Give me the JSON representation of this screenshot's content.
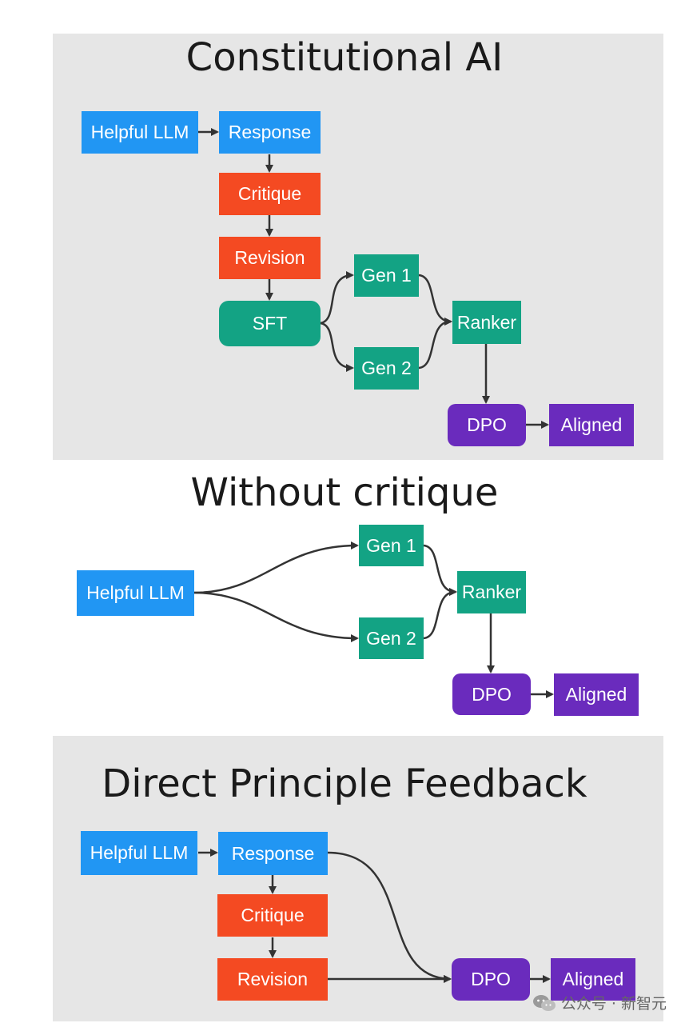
{
  "sections": {
    "constitutional": {
      "title": "Constitutional AI",
      "nodes": {
        "helpful_llm": "Helpful LLM",
        "response": "Response",
        "critique": "Critique",
        "revision": "Revision",
        "sft": "SFT",
        "gen1": "Gen 1",
        "gen2": "Gen 2",
        "ranker": "Ranker",
        "dpo": "DPO",
        "aligned": "Aligned"
      }
    },
    "without_critique": {
      "title": "Without critique",
      "nodes": {
        "helpful_llm": "Helpful LLM",
        "gen1": "Gen 1",
        "gen2": "Gen 2",
        "ranker": "Ranker",
        "dpo": "DPO",
        "aligned": "Aligned"
      }
    },
    "dpf": {
      "title": "Direct Principle Feedback",
      "nodes": {
        "helpful_llm": "Helpful LLM",
        "response": "Response",
        "critique": "Critique",
        "revision": "Revision",
        "dpo": "DPO",
        "aligned": "Aligned"
      }
    }
  },
  "watermark": {
    "icon": "wechat-icon",
    "text": "公众号 · 新智元"
  },
  "colors": {
    "panel_bg": "#e6e6e6",
    "blue": "#2196f3",
    "red": "#f44a22",
    "teal": "#13a384",
    "purple": "#6a2bbd",
    "edge": "#333333"
  }
}
